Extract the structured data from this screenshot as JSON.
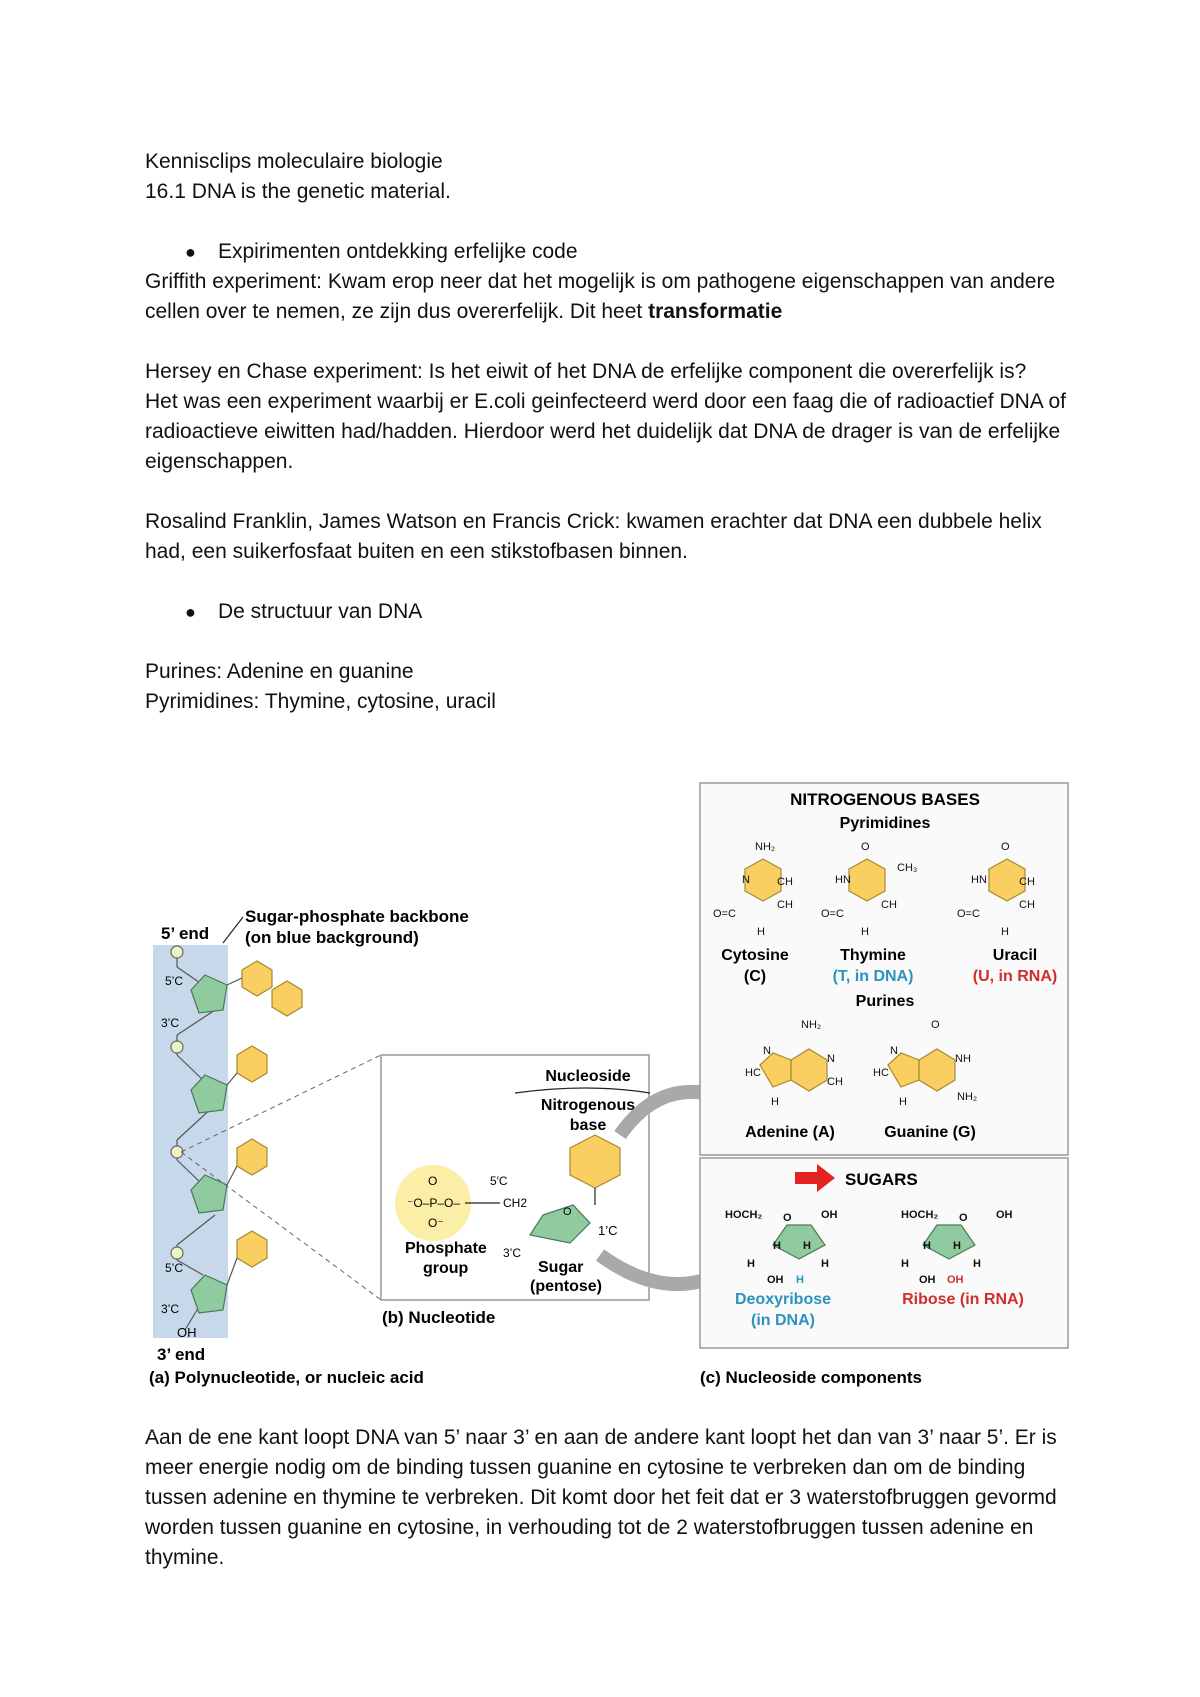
{
  "doc": {
    "title": "Kennisclips moleculaire biologie",
    "section": "16.1 DNA is the genetic material.",
    "bullet1": "Expirimenten ontdekking erfelijke code",
    "griffith_text": "Griffith experiment: Kwam erop neer dat het mogelijk is om pathogene eigenschappen van andere cellen over te nemen, ze zijn dus overerfelijk. Dit heet ",
    "griffith_bold": "transformatie",
    "hershey_q": "Hersey en Chase experiment: Is het eiwit of het DNA de erfelijke component die overerfelijk is?",
    "hershey_a": "Het was een experiment waarbij er E.coli geinfecteerd werd door een faag die of radioactief DNA of radioactieve eiwitten had/hadden. Hierdoor werd het duidelijk dat DNA de drager is van de erfelijke eigenschappen.",
    "franklin": "Rosalind Franklin, James Watson en Francis Crick: kwamen erachter dat DNA een dubbele helix had, een suikerfosfaat buiten en een stikstofbasen binnen.",
    "bullet2": "De structuur van DNA",
    "purines": "Purines: Adenine en guanine",
    "pyrimidines": "Pyrimidines: Thymine, cytosine, uracil",
    "closing": "Aan de ene kant loopt DNA van 5’ naar 3’ en aan de andere kant loopt het dan van 3’ naar 5’. Er is meer energie nodig om de binding tussen guanine en cytosine te verbreken dan om de binding tussen adenine en thymine te verbreken. Dit komt door het feit dat er 3 waterstofbruggen gevormd worden tussen guanine en cytosine, in verhouding tot de 2 waterstofbruggen tussen adenine en thymine."
  },
  "figure": {
    "five_end": "5’ end",
    "three_end": "3’ end",
    "backbone_1": "Sugar-phosphate backbone",
    "backbone_2": "(on blue background)",
    "c5": "5’C",
    "c3": "3’C",
    "oh": "OH",
    "caption_a": "(a) Polynucleotide, or nucleic acid",
    "caption_b": "(b) Nucleotide",
    "caption_c": "(c) Nucleoside components",
    "nucleoside": "Nucleoside",
    "nitrogenous_1": "Nitrogenous",
    "nitrogenous_2": "base",
    "phosphate_1": "Phosphate",
    "phosphate_2": "group",
    "sugar_1": "Sugar",
    "sugar_2": "(pentose)",
    "one_c": "1’C",
    "ch2": "CH2",
    "nitro_title": "NITROGENOUS BASES",
    "pyrimidines": "Pyrimidines",
    "purines": "Purines",
    "cytosine_1": "Cytosine",
    "cytosine_2": "(C)",
    "thymine_1": "Thymine",
    "thymine_2": "(T, in DNA)",
    "uracil_1": "Uracil",
    "uracil_2": "(U, in RNA)",
    "adenine": "Adenine (A)",
    "guanine": "Guanine (G)",
    "sugars": "SUGARS",
    "deoxy_1": "Deoxyribose",
    "deoxy_2": "(in DNA)",
    "ribose": "Ribose (in RNA)",
    "colors": {
      "backbone_blue": "#c7d8ea",
      "base_yellow": "#f9cf62",
      "sugar_green": "#8fcb9f",
      "phosphate_bg": "#fbeea7",
      "dna_blue": "#2c93bf",
      "rna_red": "#d22d2d",
      "arrow_red": "#e32222",
      "arrow_grey": "#a9a9a9"
    }
  }
}
